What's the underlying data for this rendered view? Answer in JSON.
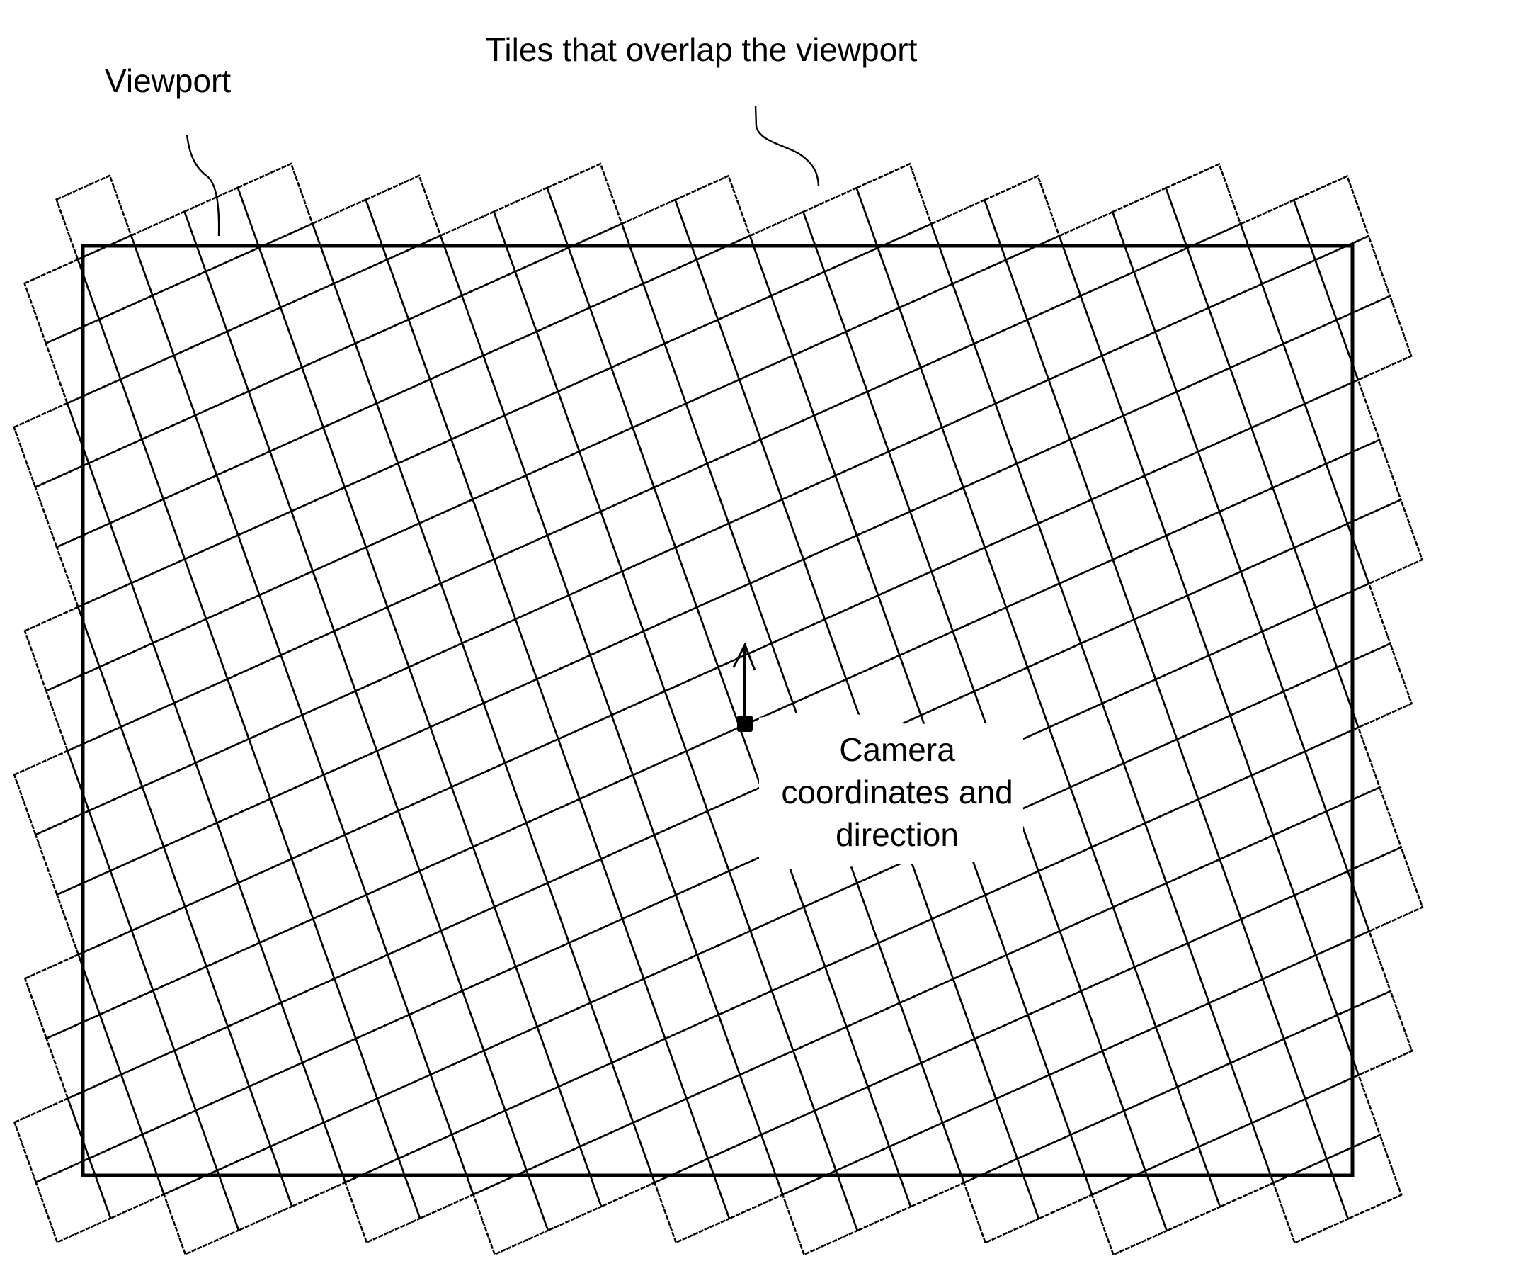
{
  "labels": {
    "viewport": "Viewport",
    "tiles": "Tiles that overlap the viewport",
    "camera_line1": "Camera",
    "camera_line2": "coordinates and",
    "camera_line3": "direction"
  },
  "colors": {
    "line": "#000000",
    "background": "#ffffff"
  }
}
